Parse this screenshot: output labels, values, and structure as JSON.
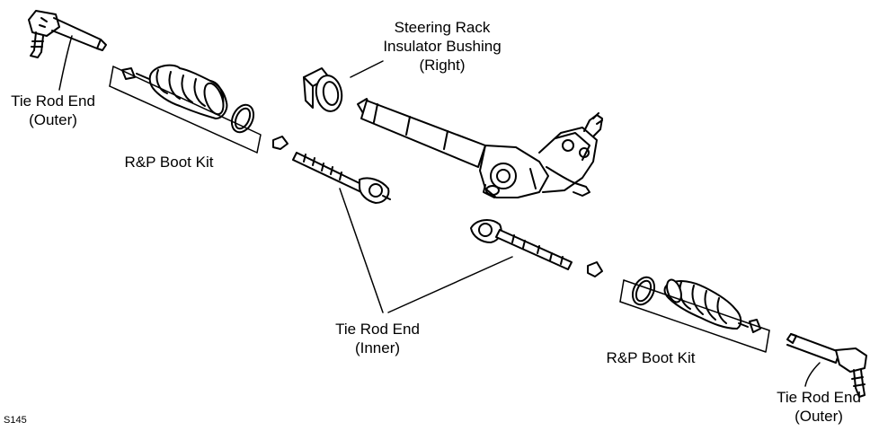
{
  "labels": {
    "tie_rod_end_outer_left": {
      "line1": "Tie Rod End",
      "line2": "(Outer)"
    },
    "boot_kit_left": "R&P Boot Kit",
    "bushing": {
      "line1": "Steering Rack",
      "line2": "Insulator Bushing",
      "line3": "(Right)"
    },
    "tie_rod_end_inner": {
      "line1": "Tie Rod End",
      "line2": "(Inner)"
    },
    "boot_kit_right": "R&P Boot Kit",
    "tie_rod_end_outer_right": {
      "line1": "Tie Rod End",
      "line2": "(Outer)"
    }
  },
  "figure_id": "S145"
}
